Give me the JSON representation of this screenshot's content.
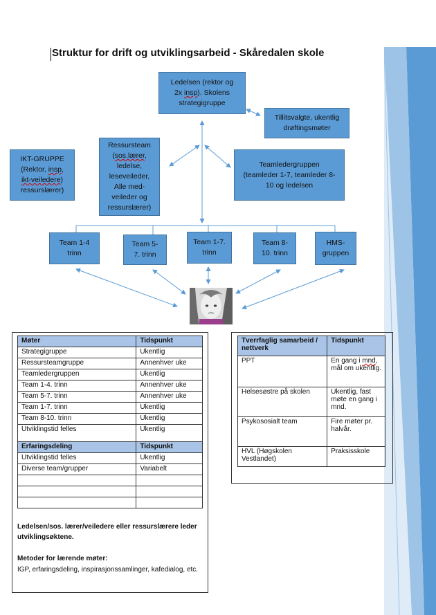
{
  "title": "Struktur for drift og utviklingsarbeid - Skåredalen skole",
  "org_boxes": {
    "ledelsen": {
      "line1": "Ledelsen (rektor og",
      "line2_a": "2x ",
      "line2_wavy": "insp",
      "line2_b": "). Skolens",
      "line3": "strategigruppe"
    },
    "tillitsvalgte": {
      "line1": "Tillitsvalgte, ukentlig",
      "line2": "drøftingsmøter"
    },
    "ikt": {
      "line1": "IKT-GRUPPE",
      "line2_a": "(Rektor, ",
      "line2_wavy": "insp",
      "line2_b": ",",
      "line3_wavy": "ikt-veiledere",
      "line3_b": ")",
      "line4": "ressurslærer)"
    },
    "ressursteam": {
      "line1": "Ressursteam",
      "line2_a": "(",
      "line2_wavy": "sos.lærer",
      "line2_b": ",",
      "line3": "ledelse,",
      "line4": "leseveileder,",
      "line5": "Alle med-",
      "line6": "veileder og",
      "line7": "ressurslærer)"
    },
    "teamleder": {
      "line1": "Teamledergruppen",
      "line2": "(teamleder 1-7, teamleder 8-",
      "line3": "10 og ledelsen"
    },
    "team14": {
      "line1": "Team 1-4",
      "line2": "trinn"
    },
    "team57": {
      "line1": "Team 5-",
      "line2": "7. trinn"
    },
    "team17": {
      "line1": "Team 1-7.",
      "line2": "trinn"
    },
    "team810": {
      "line1": "Team 8-",
      "line2": "10. trinn"
    },
    "hms": {
      "line1": "HMS-",
      "line2": "gruppen"
    }
  },
  "moter_table": {
    "header": [
      "Møter",
      "Tidspunkt"
    ],
    "rows": [
      [
        "Strategigruppe",
        "Ukentlig"
      ],
      [
        "Ressursteamgruppe",
        "Annenhver uke"
      ],
      [
        "Teamledergruppen",
        "Ukentlig"
      ],
      [
        "Team 1-4. trinn",
        "Annenhver uke"
      ],
      [
        "Team 5-7. trinn",
        "Annenhver uke"
      ],
      [
        "Team 1-7. trinn",
        "Ukentlig"
      ],
      [
        "Team 8-10. trinn",
        "Ukentlig"
      ],
      [
        "Utviklingstid felles",
        "Ukentlig"
      ]
    ],
    "header2": [
      "Erfaringsdeling",
      "Tidspunkt"
    ],
    "rows2": [
      [
        "Utviklingstid felles",
        "Ukentlig"
      ],
      [
        "Diverse team/grupper",
        "Variabelt"
      ]
    ]
  },
  "tverrfaglig_table": {
    "header1": "Tverrfaglig samarbeid / nettverk",
    "header2": "Tidspunkt",
    "rows": [
      {
        "a": "PPT",
        "b_pre": "En gang i ",
        "b_wavy": "mnd",
        "b_post": ", mål om ukentlig."
      },
      {
        "a": "Helsesøstre på skolen",
        "b_pre": "Ukentlig, fast møte en gang i mnd.",
        "b_wavy": "",
        "b_post": ""
      },
      {
        "a": "Psykososialt team",
        "b_pre": "Fire møter pr. halvår.",
        "b_wavy": "",
        "b_post": ""
      },
      {
        "a": "HVL (Høgskolen Vestlandet)",
        "b_pre": "Praksisskole",
        "b_wavy": "",
        "b_post": ""
      }
    ]
  },
  "notes": {
    "lead": "Ledelsen/sos. lærer/veiledere eller ressurslærere leder utviklingsøktene.",
    "methods_title": "Metoder for lærende møter:",
    "methods_text": "IGP, erfaringsdeling, inspirasjonssamlinger, kafedialog, etc."
  },
  "colors": {
    "box": "#5b9bd5",
    "arrow": "#5b9bd5",
    "header_fill": "#a9c4e6"
  }
}
